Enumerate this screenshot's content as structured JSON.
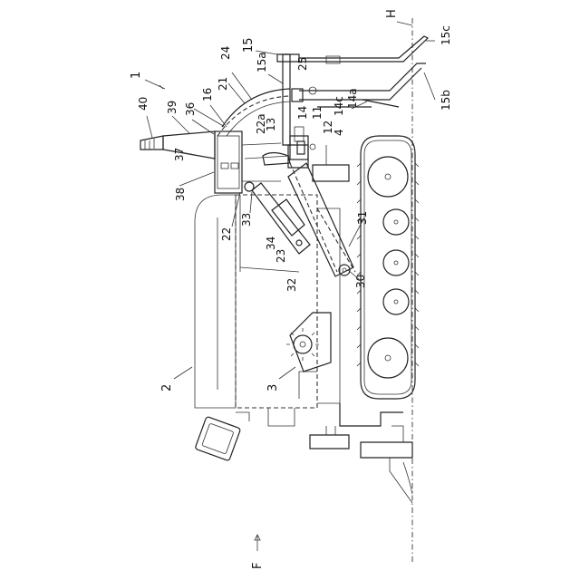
{
  "labels": {
    "n1": "1",
    "n2": "2",
    "n3": "3",
    "n4": "4",
    "n11": "11",
    "n12": "12",
    "n13": "13",
    "n14": "14",
    "n14a": "14a",
    "n14c": "14c",
    "n15": "15",
    "n15a": "15a",
    "n15b": "15b",
    "n15c": "15c",
    "n16": "16",
    "n21": "21",
    "n22": "22",
    "n22a": "22a",
    "n23": "23",
    "n24": "24",
    "n25": "25",
    "n30": "30",
    "n31": "31",
    "n32": "32",
    "n33": "33",
    "n34": "34",
    "n36": "36",
    "n37": "37",
    "n38": "38",
    "n39": "39",
    "n40": "40",
    "H": "H",
    "F": "F"
  }
}
